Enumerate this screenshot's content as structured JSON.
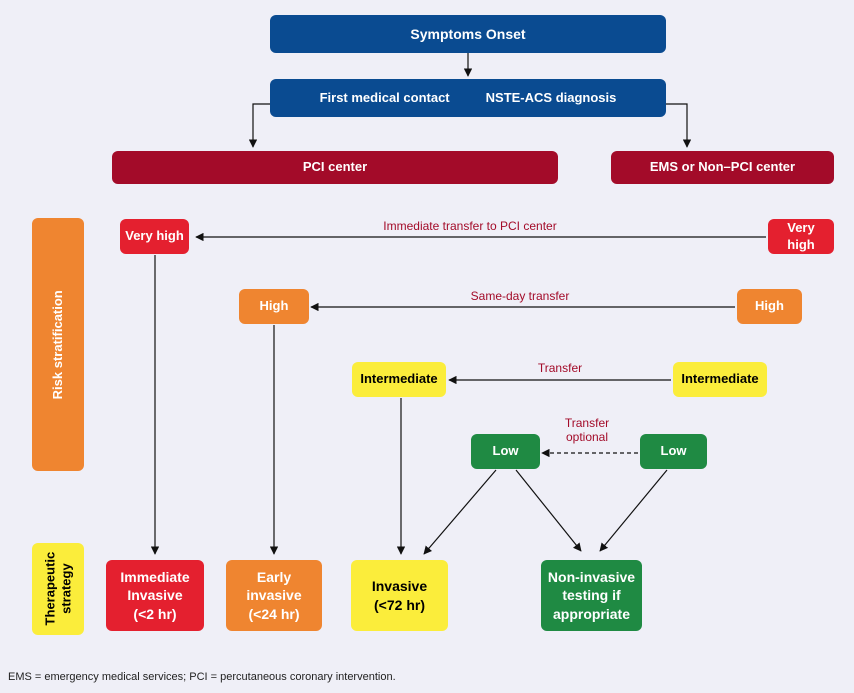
{
  "colors": {
    "background": "#efeff7",
    "blue": "#0a4b91",
    "dark_red": "#a30b29",
    "red": "#e4202f",
    "orange": "#ef8530",
    "yellow": "#fbed3b",
    "green": "#1f8a43",
    "label_red": "#a30b29"
  },
  "nodes": {
    "symptoms_onset": "Symptoms Onset",
    "first_contact": "First medical contact",
    "nste_acs": "NSTE-ACS diagnosis",
    "pci_center": "PCI center",
    "ems_center": "EMS or Non–PCI center"
  },
  "pci_side": {
    "very_high": "Very high",
    "high": "High",
    "intermediate": "Intermediate",
    "low": "Low"
  },
  "ems_side": {
    "very_high": "Very high",
    "high": "High",
    "intermediate": "Intermediate",
    "low": "Low"
  },
  "transfers": {
    "very_high": "Immediate transfer to PCI center",
    "high": "Same-day transfer",
    "intermediate": "Transfer",
    "low_line1": "Transfer",
    "low_line2": "optional"
  },
  "labels": {
    "risk": "Risk stratification",
    "therapeutic_line1": "Therapeutic",
    "therapeutic_line2": "strategy"
  },
  "strategies": {
    "immediate": [
      "Immediate",
      "Invasive",
      "(<2 hr)"
    ],
    "early": [
      "Early",
      "invasive",
      "(<24 hr)"
    ],
    "invasive": [
      "Invasive",
      "(<72 hr)"
    ],
    "noninvasive": [
      "Non-invasive",
      "testing if",
      "appropriate"
    ]
  },
  "footnote": "EMS = emergency medical services; PCI = percutaneous coronary intervention."
}
